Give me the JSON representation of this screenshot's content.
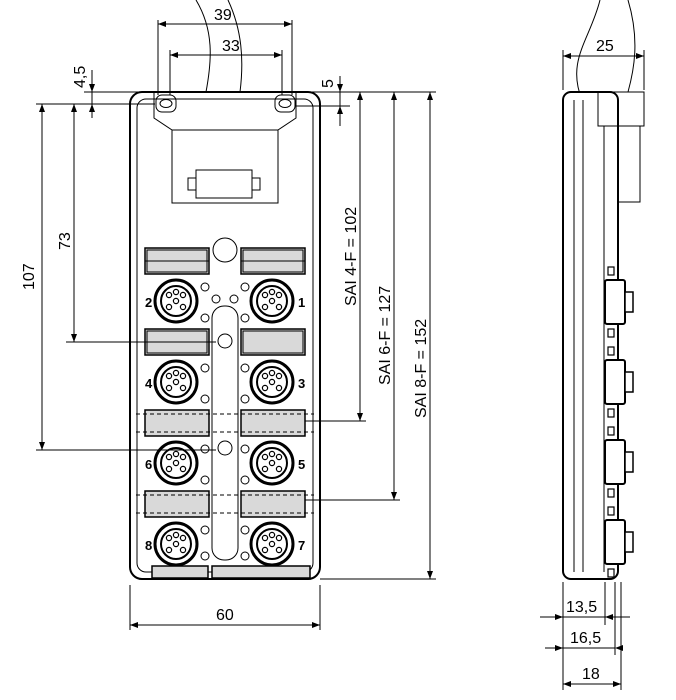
{
  "front_view": {
    "dims": {
      "top_outer": "39",
      "top_inner": "33",
      "hole_offset": "4,5",
      "hole_right": "5",
      "height_total": "107",
      "height_inner": "73",
      "sai4": "SAI 4-F = 102",
      "sai6": "SAI 6-F = 127",
      "sai8": "SAI 8-F = 152",
      "width": "60"
    },
    "ports": [
      "1",
      "2",
      "3",
      "4",
      "5",
      "6",
      "7",
      "8"
    ]
  },
  "side_view": {
    "dims": {
      "cable_width": "25",
      "d1": "13,5",
      "d2": "16,5",
      "d3": "18"
    }
  }
}
